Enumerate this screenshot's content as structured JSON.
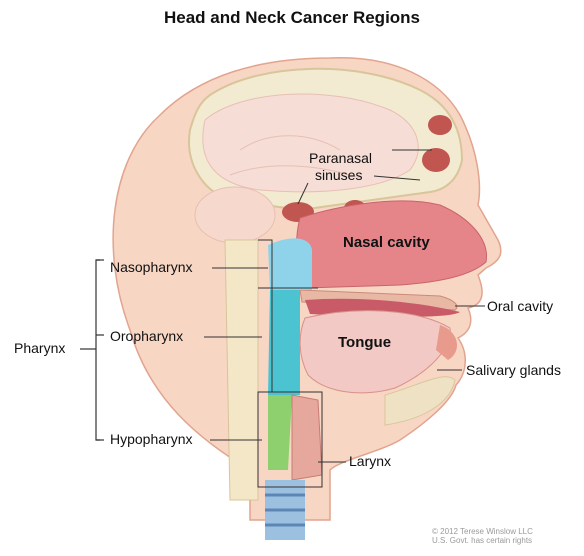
{
  "title": "Head and Neck Cancer Regions",
  "labels": {
    "paranasal_sinuses": [
      "Paranasal",
      "sinuses"
    ],
    "nasal_cavity": "Nasal cavity",
    "nasopharynx": "Nasopharynx",
    "oral_cavity": "Oral cavity",
    "oropharynx": "Oropharynx",
    "pharynx": "Pharynx",
    "tongue": "Tongue",
    "salivary_glands": "Salivary glands",
    "hypopharynx": "Hypopharynx",
    "larynx": "Larynx"
  },
  "copyright": [
    "© 2012 Terese Winslow LLC",
    "U.S. Govt. has certain rights"
  ],
  "colors": {
    "skin": "#f6c9b4",
    "skin_shadow": "#e8a48f",
    "bone": "#efe4c2",
    "nasal": "#e07d83",
    "nasopharynx": "#8fd3ea",
    "oropharynx": "#4cc3d1",
    "hypopharynx": "#8ecf6e",
    "airway": "#c6e4f2",
    "trachea": "#7aaed6"
  }
}
